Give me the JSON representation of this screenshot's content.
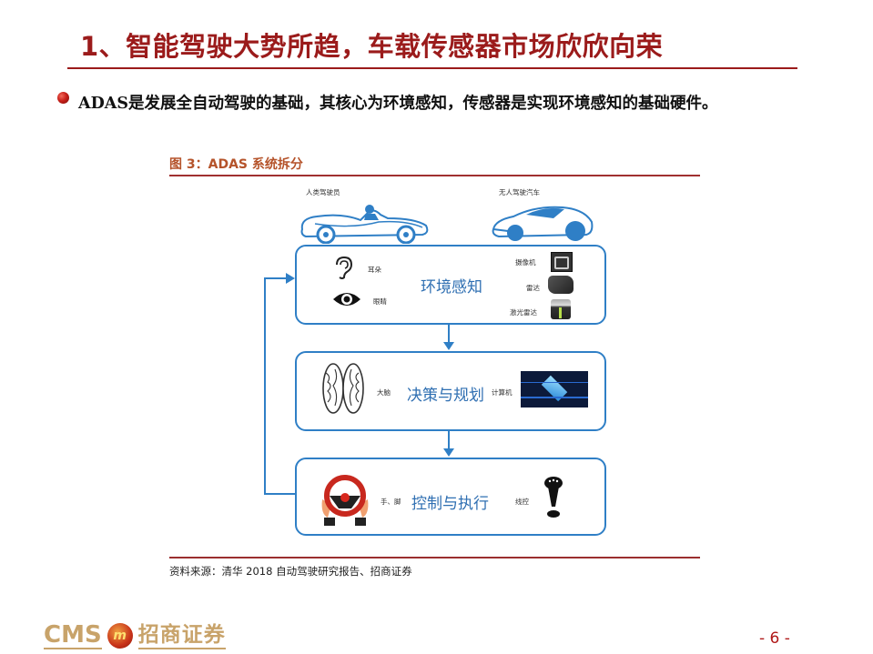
{
  "header": {
    "title": "1、智能驾驶大势所趋，车载传感器市场欣欣向荣"
  },
  "body": {
    "bullet_text": "ADAS是发展全自动驾驶的基础，其核心为环境感知，传感器是实现环境感知的基础硬件。"
  },
  "figure": {
    "title": "图 3：ADAS 系统拆分",
    "cars": {
      "human_label": "人类驾驶员",
      "auto_label": "无人驾驶汽车"
    },
    "boxes": [
      {
        "title": "环境感知",
        "left_items": [
          "耳朵",
          "眼睛"
        ],
        "right_items": [
          "摄像机",
          "雷达",
          "激光雷达"
        ]
      },
      {
        "title": "决策与规划",
        "left_items": [
          "大脑"
        ],
        "right_items": [
          "计算机"
        ]
      },
      {
        "title": "控制与执行",
        "left_items": [
          "手、脚"
        ],
        "right_items": [
          "线控"
        ]
      }
    ],
    "source": "资料来源：清华 2018 自动驾驶研究报告、招商证券"
  },
  "footer": {
    "logo_text_en": "CMS",
    "logo_badge": "m",
    "logo_text_cn": "招商证券",
    "page_number": "- 6 -"
  },
  "colors": {
    "title_red": "#9b1b1b",
    "diagram_blue": "#2f7fc6",
    "figure_title_orange": "#b5532a",
    "logo_gold": "#c8a36a"
  }
}
